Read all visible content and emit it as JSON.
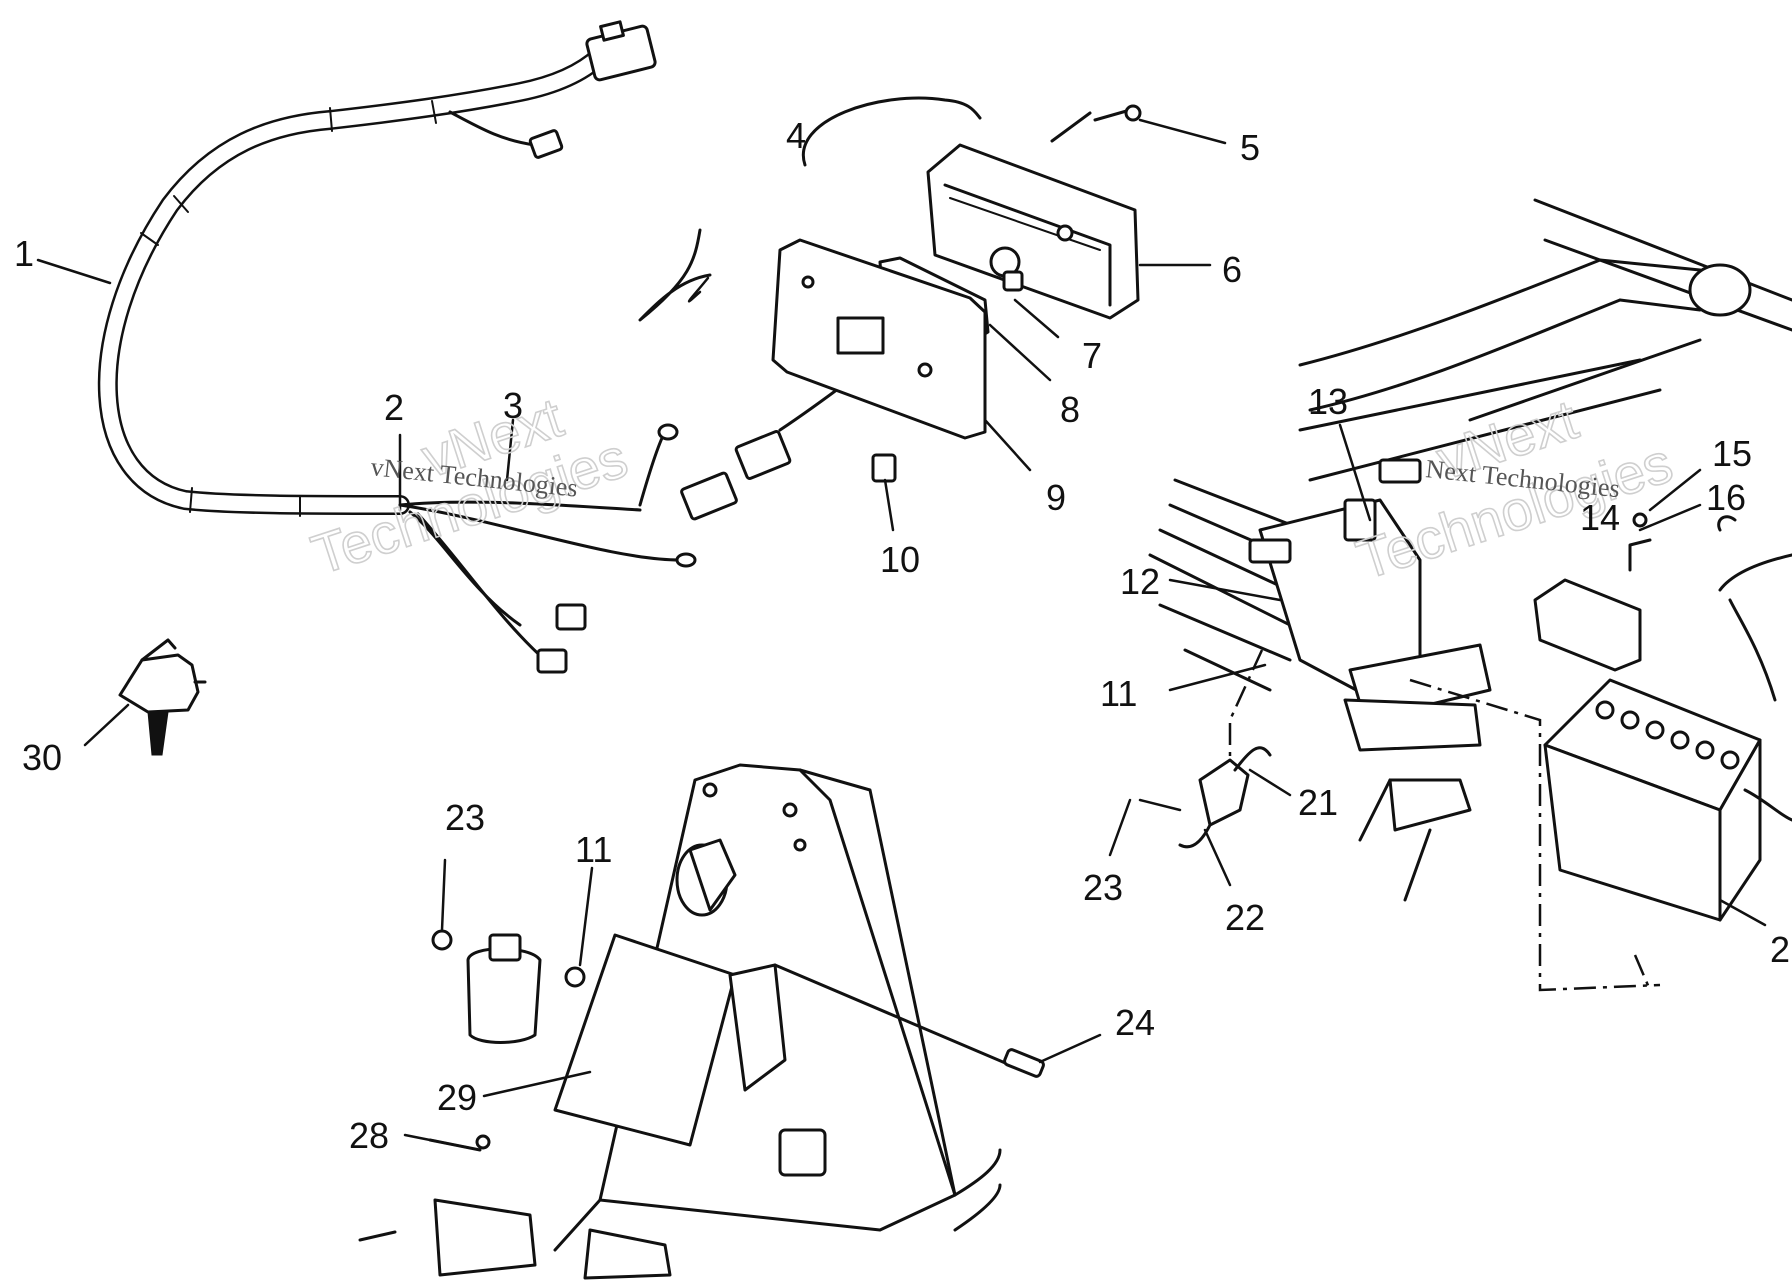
{
  "watermark": {
    "brand_big": "vNext",
    "brand_big_2": "Technologies",
    "brand_small": "vNext Technologies",
    "brand_small_cut": "Next Technologies"
  },
  "callouts": [
    "1",
    "2",
    "3",
    "4",
    "5",
    "6",
    "7",
    "8",
    "9",
    "10",
    "11",
    "12",
    "13",
    "14",
    "15",
    "16",
    "30",
    "23",
    "11",
    "21",
    "22",
    "23",
    "24",
    "29",
    "28",
    "2"
  ]
}
